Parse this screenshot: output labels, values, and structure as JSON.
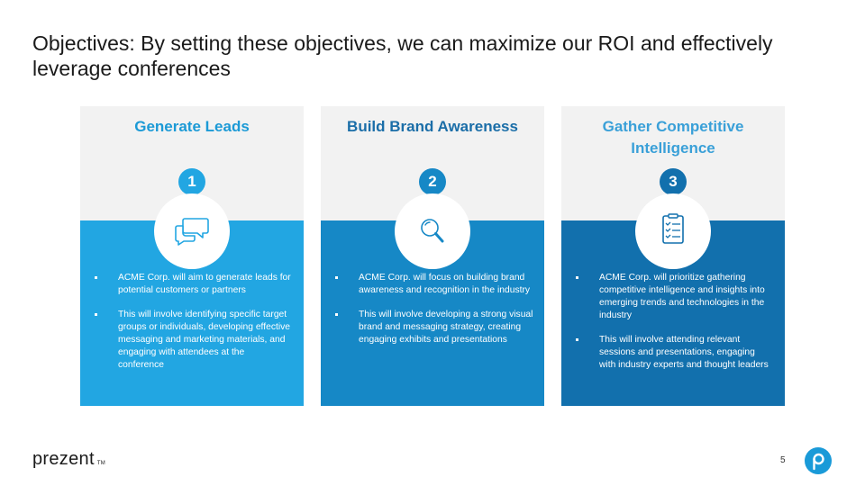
{
  "slide": {
    "title": "Objectives: By setting these objectives, we can maximize our ROI and effectively leverage conferences",
    "page_number": "5"
  },
  "footer": {
    "logo_text": "prezent",
    "logo_tm": "TM"
  },
  "colors": {
    "card1_fill": "#22a6e2",
    "card2_fill": "#1688c6",
    "card3_fill": "#1270ad",
    "brand_badge": "#1a9ad8"
  },
  "cards": [
    {
      "heading": "Generate Leads",
      "number": "1",
      "icon": "chat-bubbles-icon",
      "bullets": [
        "ACME Corp. will aim to generate leads for potential customers or partners",
        "This will involve identifying specific target groups or individuals, developing effective messaging and marketing materials, and engaging with   attendees at the conference"
      ]
    },
    {
      "heading": "Build Brand Awareness",
      "number": "2",
      "icon": "magnifier-icon",
      "bullets": [
        "ACME Corp. will focus on building brand awareness and recognition  in the industry",
        "This will involve developing a strong visual brand and messaging  strategy, creating engaging   exhibits and presentations"
      ]
    },
    {
      "heading": "Gather Competitive Intelligence",
      "number": "3",
      "icon": "checklist-icon",
      "bullets": [
        "ACME Corp. will prioritize gathering competitive intelligence and insights into emerging trends and technologies in the industry",
        "This will involve attending relevant sessions and presentations, engaging with industry experts and thought leaders"
      ]
    }
  ]
}
